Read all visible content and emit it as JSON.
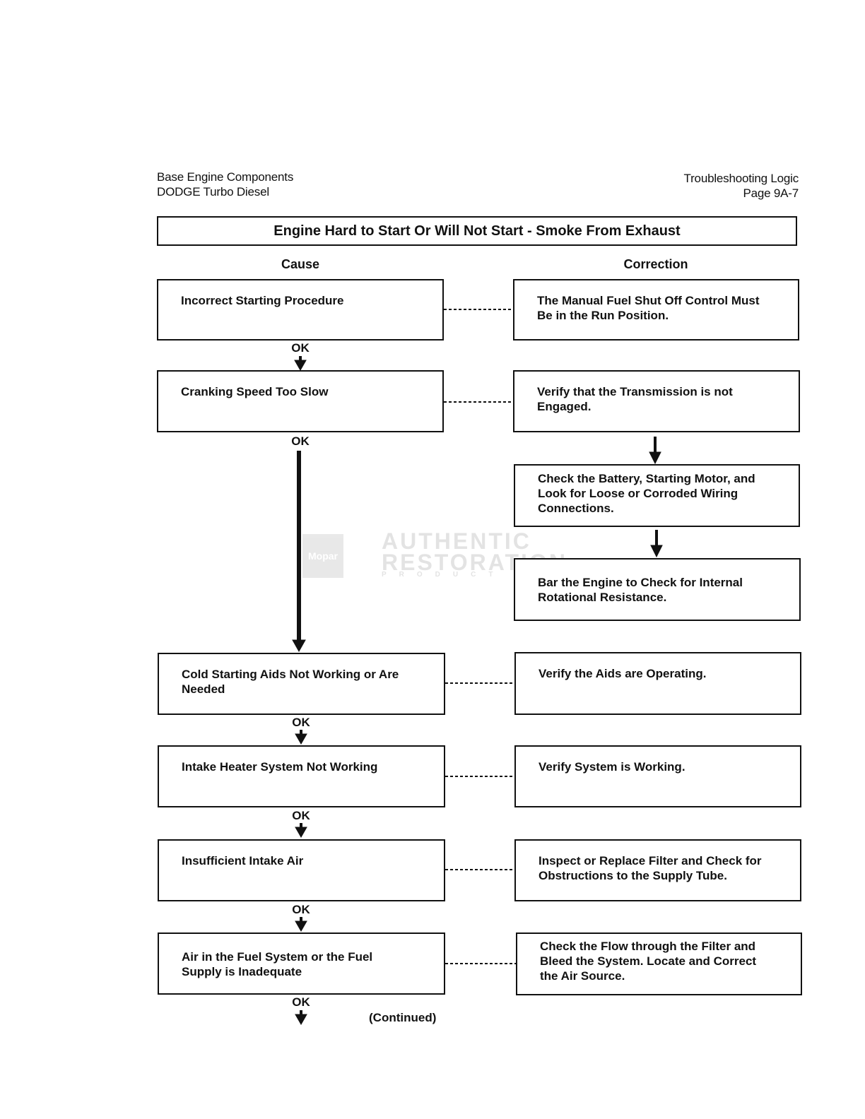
{
  "header": {
    "left_line1": "Base Engine Components",
    "left_line2": "DODGE Turbo Diesel",
    "right_line1": "Troubleshooting Logic",
    "right_line2": "Page 9A-7"
  },
  "title": "Engine Hard to Start Or Will Not Start - Smoke From Exhaust",
  "columns": {
    "cause": "Cause",
    "correction": "Correction"
  },
  "causes": [
    {
      "lines": [
        "Incorrect Starting Procedure"
      ]
    },
    {
      "lines": [
        "Cranking Speed Too Slow"
      ]
    },
    {
      "lines": [
        "Cold Starting Aids Not Working or Are",
        "Needed"
      ]
    },
    {
      "lines": [
        "Intake Heater System Not Working"
      ]
    },
    {
      "lines": [
        "Insufficient Intake Air"
      ]
    },
    {
      "lines": [
        "Air in the Fuel System or the Fuel",
        "Supply is Inadequate"
      ]
    }
  ],
  "corrections": [
    {
      "lines": [
        "The Manual Fuel Shut Off Control Must",
        "Be in the Run Position."
      ]
    },
    {
      "lines": [
        "Verify that the Transmission is not",
        "Engaged."
      ]
    },
    {
      "lines": [
        "Check the Battery, Starting Motor, and",
        "Look for Loose or Corroded Wiring",
        "Connections."
      ]
    },
    {
      "lines": [
        "Bar the Engine to Check for Internal",
        "Rotational Resistance."
      ]
    },
    {
      "lines": [
        "Verify the Aids are Operating."
      ]
    },
    {
      "lines": [
        "Verify System is Working."
      ]
    },
    {
      "lines": [
        "Inspect or Replace Filter and Check for",
        "Obstructions to the Supply Tube."
      ]
    },
    {
      "lines": [
        "Check the Flow through the Filter and",
        "Bleed the System. Locate and Correct",
        "the Air Source."
      ]
    }
  ],
  "ok_label": "OK",
  "continued": "(Continued)",
  "watermark": {
    "logo": "Mopar",
    "line1": "AUTHENTIC",
    "line2": "RESTORATION",
    "line3": "PRODUCT"
  }
}
